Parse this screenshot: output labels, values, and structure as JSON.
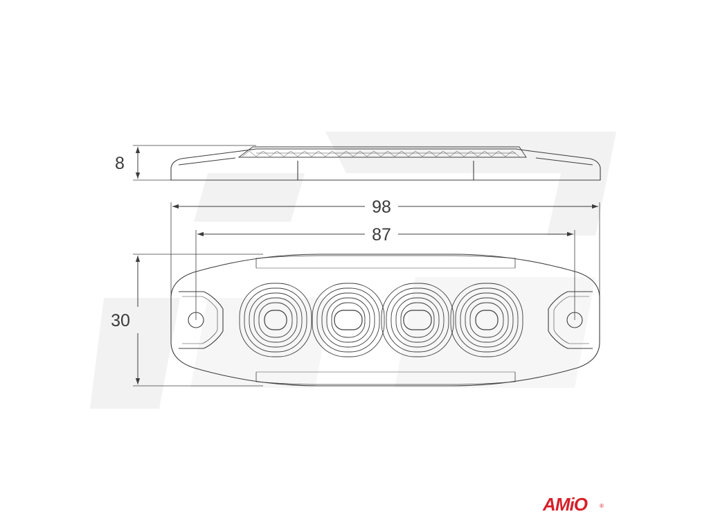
{
  "dimensions": {
    "height_side": "8",
    "overall_length": "98",
    "hole_spacing": "87",
    "width": "30"
  },
  "logo": {
    "text": "AMiO",
    "registered_mark": "®",
    "color": "#d6202a"
  },
  "colors": {
    "line": "#3c3c3c",
    "watermark": "#f0f0f0"
  }
}
